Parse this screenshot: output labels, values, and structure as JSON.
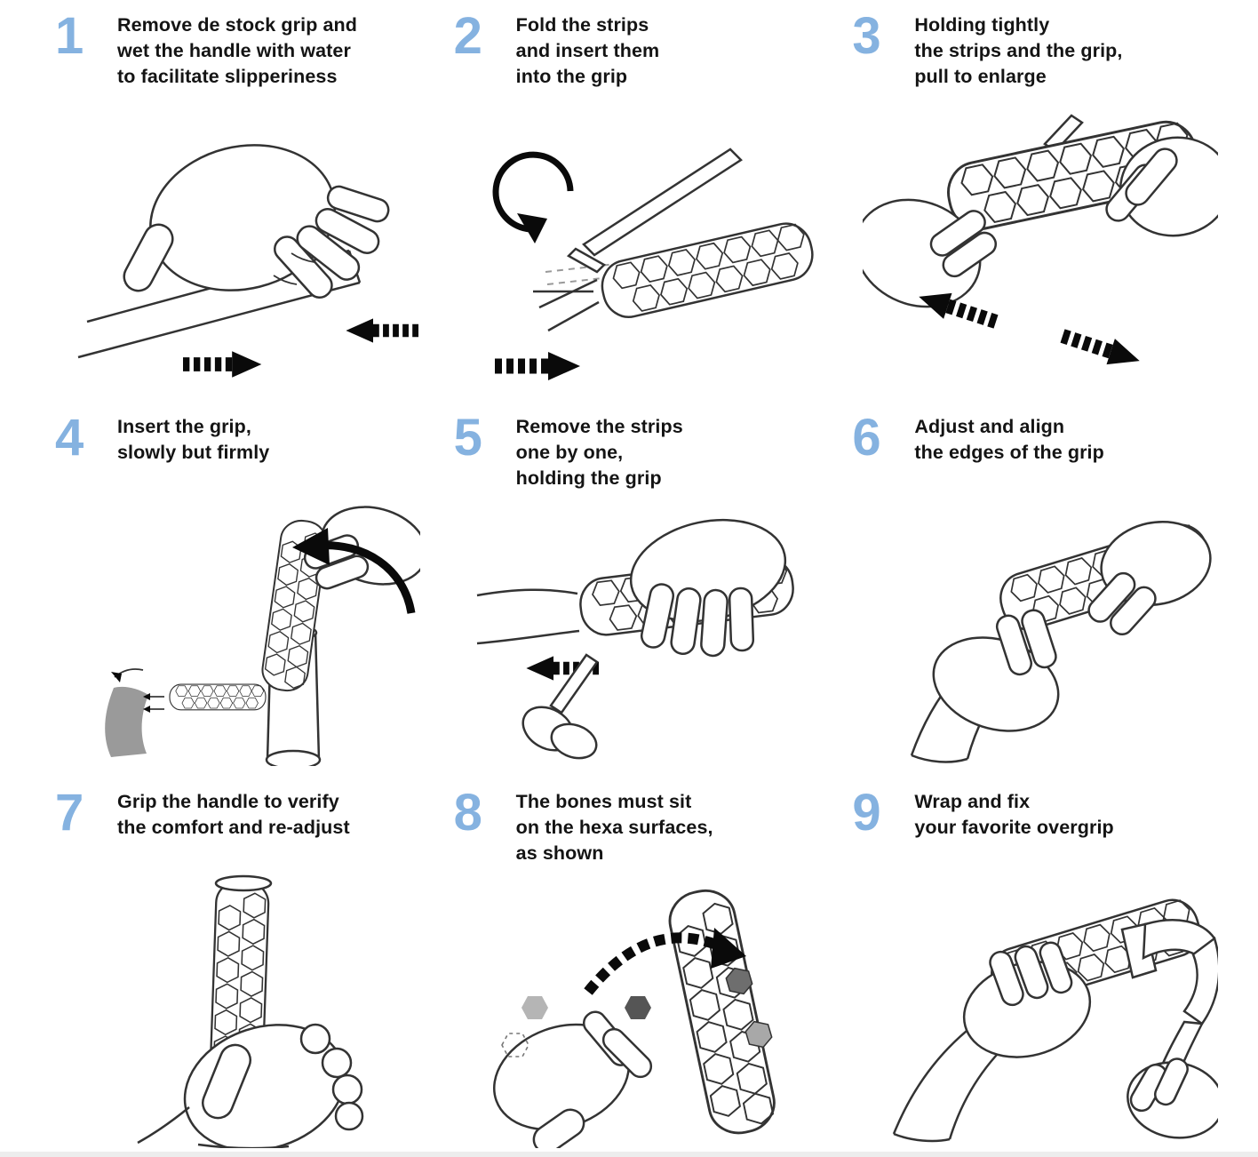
{
  "colors": {
    "accent": "#85b2e0",
    "ink": "#141414",
    "line": "#333333"
  },
  "steps": [
    {
      "num": "1",
      "text": "Remove de stock grip and\nwet the handle with water\nto facilitate slipperiness",
      "illustration": "hand-pressing-wet-handle-with-squeeze-arrows"
    },
    {
      "num": "2",
      "text": "Fold the strips\nand insert them\ninto the grip",
      "illustration": "folding-strips-and-inserting-into-hex-grip"
    },
    {
      "num": "3",
      "text": "Holding tightly\nthe strips and the grip,\npull to enlarge",
      "illustration": "two-hands-pulling-grip-apart"
    },
    {
      "num": "4",
      "text": "Insert the grip,\nslowly but firmly",
      "illustration": "sliding-grip-onto-handle-with-inset"
    },
    {
      "num": "5",
      "text": "Remove the strips\none by one,\nholding the grip",
      "illustration": "pulling-strip-out-while-holding-grip"
    },
    {
      "num": "6",
      "text": "Adjust and align\nthe edges of the grip",
      "illustration": "aligning-grip-edges-on-racket"
    },
    {
      "num": "7",
      "text": "Grip the handle to verify\nthe comfort and re-adjust",
      "illustration": "fist-gripping-installed-grip"
    },
    {
      "num": "8",
      "text": "The bones must sit\non the hexa surfaces,\nas shown",
      "illustration": "placing-bones-on-hexa-surfaces"
    },
    {
      "num": "9",
      "text": "Wrap and fix\nyour favorite overgrip",
      "illustration": "wrapping-overgrip-tape"
    }
  ]
}
